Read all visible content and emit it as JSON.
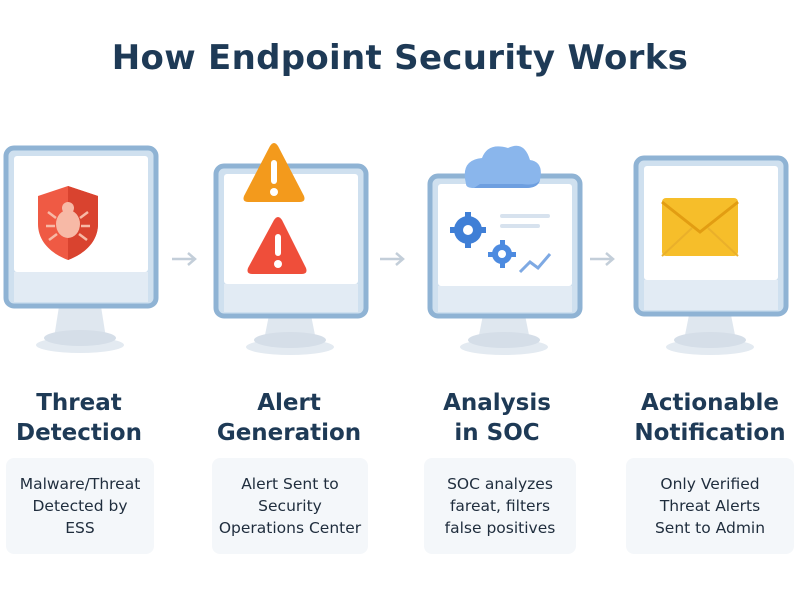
{
  "title": "How Endpoint Security Works",
  "steps": [
    {
      "title_lines": [
        "Threat",
        "Detection"
      ],
      "description_lines": [
        "Malware/Threat",
        "Detected by",
        "ESS"
      ],
      "icon": "shield-bug-icon"
    },
    {
      "title_lines": [
        "Alert",
        "Generation"
      ],
      "description_lines": [
        "Alert Sent to",
        "Security",
        "Operations Center"
      ],
      "icon": "warning-triangle-icon"
    },
    {
      "title_lines": [
        "Analysis",
        "in SOC"
      ],
      "description_lines": [
        "SOC analyzes",
        "fareat, filters",
        "false positives"
      ],
      "icon": "cloud-gears-icon"
    },
    {
      "title_lines": [
        "Actionable",
        "Notification"
      ],
      "description_lines": [
        "Only Verified",
        "Threat Alerts",
        "Sent to Admin"
      ],
      "icon": "envelope-icon"
    }
  ],
  "colors": {
    "title": "#1e3a56",
    "monitor_frame": "#cfe0ef",
    "monitor_bezel": "#8fb3d4",
    "shield": "#ef5a44",
    "warning_orange": "#f39a1c",
    "warning_red": "#ef4e3a",
    "gear_blue": "#3f7fd6",
    "cloud_blue": "#8ab6ec",
    "envelope": "#f6be2a",
    "arrow": "#c3ced9"
  }
}
